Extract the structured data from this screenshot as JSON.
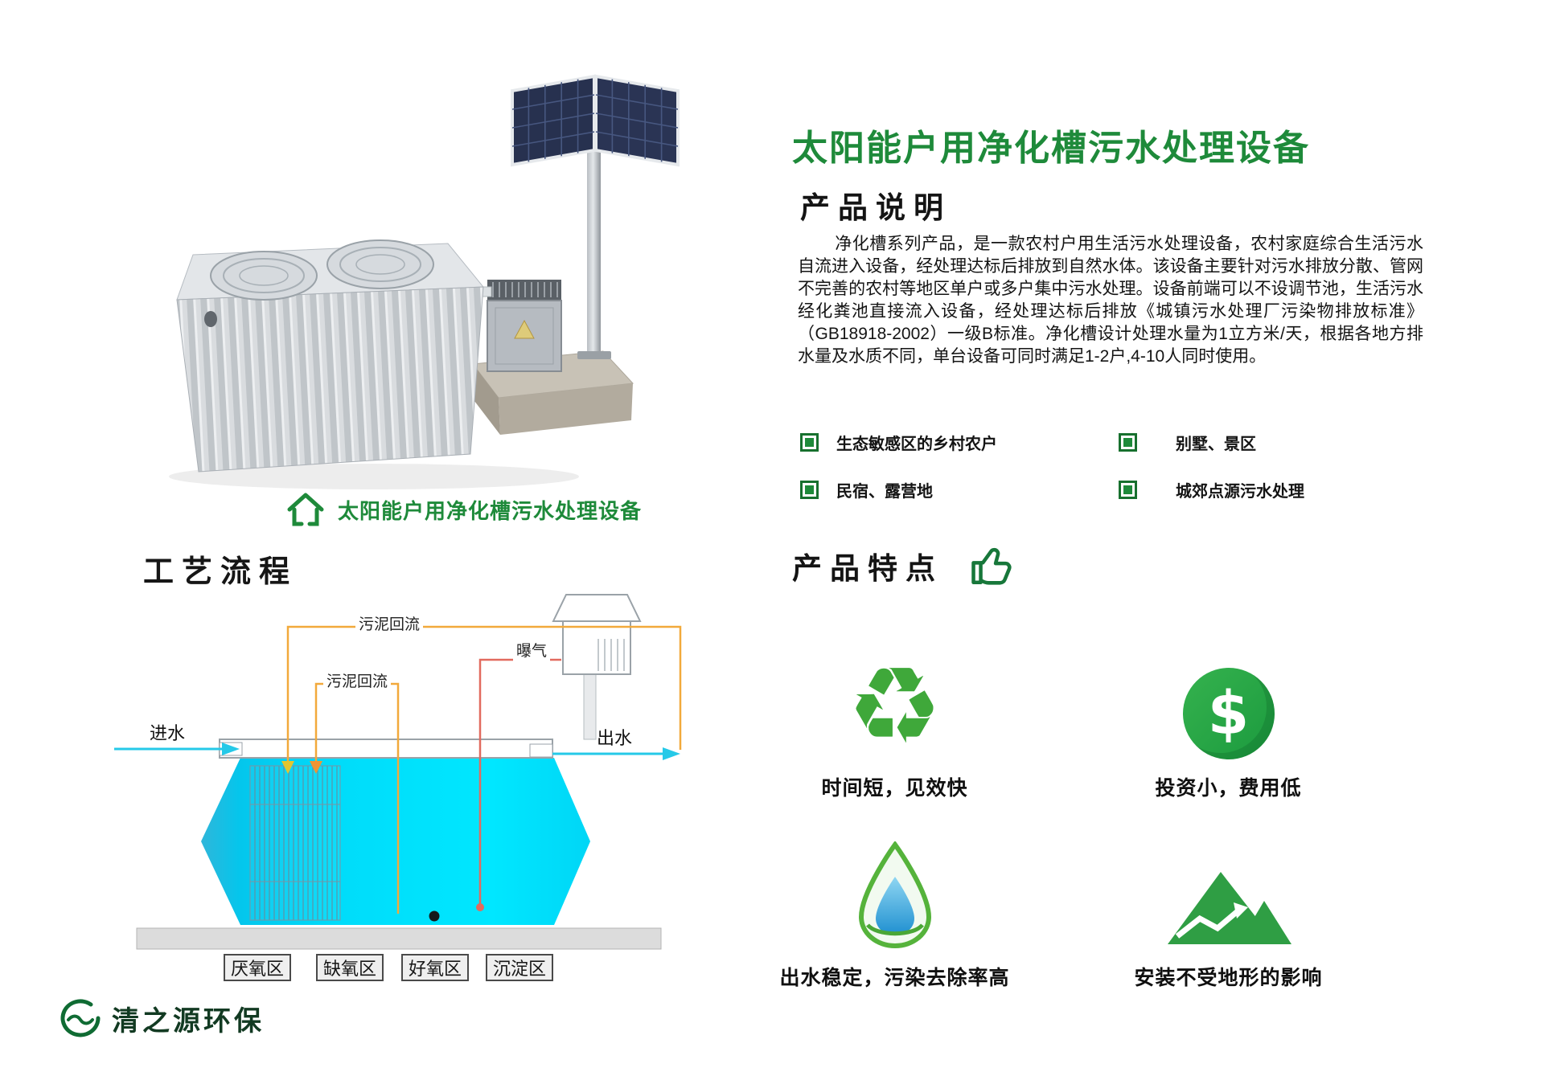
{
  "product": {
    "caption": "太阳能户用净化槽污水处理设备"
  },
  "process": {
    "title": "工艺流程",
    "labels": {
      "sludge_return_top": "污泥回流",
      "sludge_return_inner": "污泥回流",
      "aeration": "曝气",
      "inlet": "进水",
      "outlet": "出水"
    },
    "zones": [
      "厌氧区",
      "缺氧区",
      "好氧区",
      "沉淀区"
    ]
  },
  "logo": {
    "name": "清之源环保"
  },
  "right": {
    "main_title": "太阳能户用净化槽污水处理设备",
    "section_description": {
      "title": "产品说明",
      "body": "净化槽系列产品，是一款农村户用生活污水处理设备，农村家庭综合生活污水自流进入设备，经处理达标后排放到自然水体。该设备主要针对污水排放分散、管网不完善的农村等地区单户或多户集中污水处理。设备前端可以不设调节池，生活污水经化粪池直接流入设备，经处理达标后排放《城镇污水处理厂污染物排放标准》（GB18918-2002）一级B标准。净化槽设计处理水量为1立方米/天，根据各地方排水量及水质不同，单台设备可同时满足1-2户,4-10人同时使用。"
    },
    "applications": [
      {
        "icon": "green-square-bullet",
        "label": "生态敏感区的乡村农户"
      },
      {
        "icon": "green-square-bullet",
        "label": "别墅、景区"
      },
      {
        "icon": "green-square-bullet",
        "label": "民宿、露营地"
      },
      {
        "icon": "green-square-bullet",
        "label": "城郊点源污水处理"
      }
    ],
    "section_features": {
      "title": "产品特点",
      "title_icon": "thumbs-up-icon",
      "items": [
        {
          "icon": "recycle-icon",
          "glyph": "♻",
          "caption": "时间短，见效快"
        },
        {
          "icon": "dollar-icon",
          "glyph": "$",
          "caption": "投资小，费用低"
        },
        {
          "icon": "water-drop-icon",
          "caption": "出水稳定，污染去除率高"
        },
        {
          "icon": "mountain-chart-icon",
          "caption": "安装不受地形的影响"
        }
      ]
    }
  },
  "colors": {
    "brand_green": "#1e8a3a",
    "dark_green": "#0f6b33",
    "water_cyan": "#00dcfa",
    "pipe_orange": "#f2a93b",
    "pipe_red": "#e26a5e",
    "text": "#141414"
  }
}
